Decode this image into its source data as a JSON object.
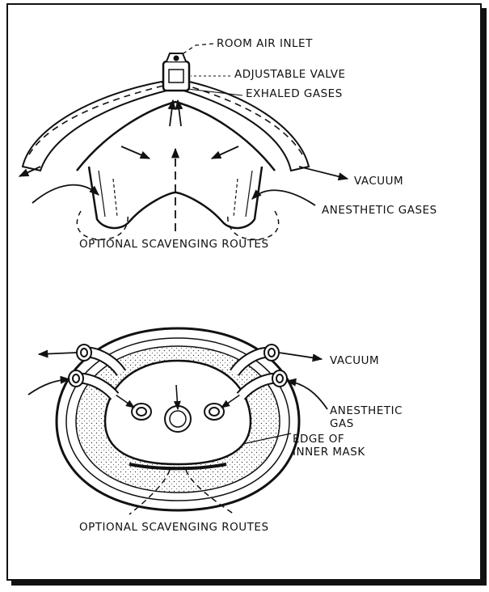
{
  "top_diagram": {
    "labels": {
      "room_air_inlet": "ROOM AIR INLET",
      "adjustable_valve": "ADJUSTABLE VALVE",
      "exhaled_gases": "EXHALED GASES",
      "vacuum": "VACUUM",
      "anesthetic_gases": "ANESTHETIC GASES",
      "optional_routes": "OPTIONAL SCAVENGING ROUTES"
    }
  },
  "bottom_diagram": {
    "labels": {
      "vacuum": "VACUUM",
      "anesthetic_gas_line1": "ANESTHETIC",
      "anesthetic_gas_line2": "GAS",
      "edge_line1": "EDGE OF",
      "edge_line2": "INNER MASK",
      "optional_routes": "OPTIONAL SCAVENGING ROUTES"
    }
  },
  "colors": {
    "ink": "#111111",
    "background": "#ffffff"
  }
}
